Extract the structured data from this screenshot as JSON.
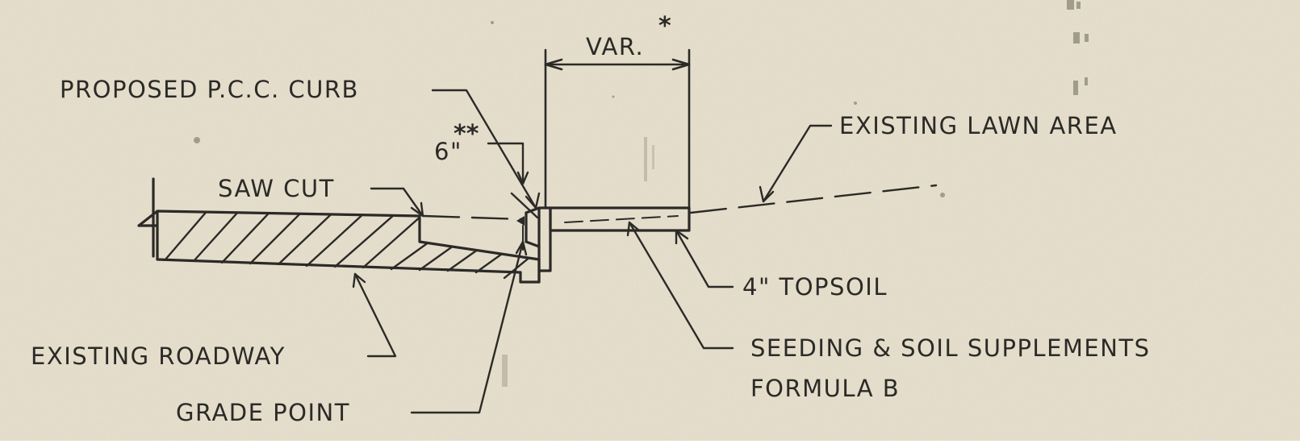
{
  "colors": {
    "paper": "#ebe3d0",
    "ink": "#2b2a27"
  },
  "labels": {
    "proposed_curb": "PROPOSED P.C.C. CURB",
    "var": "VAR.",
    "var_mark": "*",
    "six_inch": "6\"",
    "six_inch_mark": "**",
    "existing_lawn": "EXISTING LAWN AREA",
    "saw_cut": "SAW CUT",
    "topsoil": "4\" TOPSOIL",
    "existing_roadway": "EXISTING ROADWAY",
    "seeding_line1": "SEEDING & SOIL SUPPLEMENTS",
    "seeding_line2": "FORMULA B",
    "grade_point": "GRADE  POINT"
  }
}
